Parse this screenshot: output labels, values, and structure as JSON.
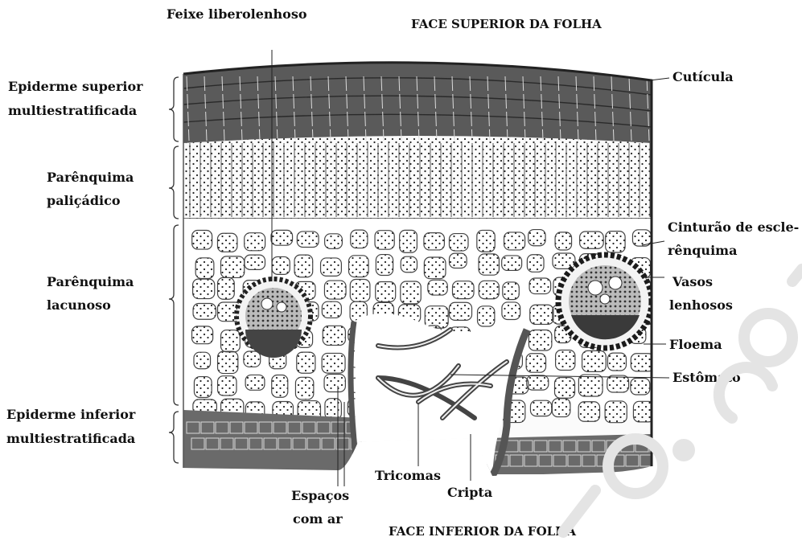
{
  "titles": {
    "top": "FACE SUPERIOR DA FOLHA",
    "bottom": "FACE INFERIOR DA FOLHA"
  },
  "labels": {
    "feixe": "Feixe liberolenhoso",
    "epiderme_sup_1": "Epiderme superior",
    "epiderme_sup_2": "multiestratificada",
    "paliçadico_1": "Parênquima",
    "paliçadico_2": "paliçádico",
    "lacunoso_1": "Parênquima",
    "lacunoso_2": "lacunoso",
    "epiderme_inf_1": "Epiderme inferior",
    "epiderme_inf_2": "multiestratificada",
    "cuticula": "Cutícula",
    "cinturao_1": "Cinturão de escle-",
    "cinturao_2": "rênquima",
    "vasos_1": "Vasos",
    "vasos_2": "lenhosos",
    "floema": "Floema",
    "estomato": "Estômato",
    "tricomas": "Tricomas",
    "cripta": "Cripta",
    "espacos_1": "Espaços",
    "espacos_2": "com ar"
  },
  "watermark": "…eb.co"
}
